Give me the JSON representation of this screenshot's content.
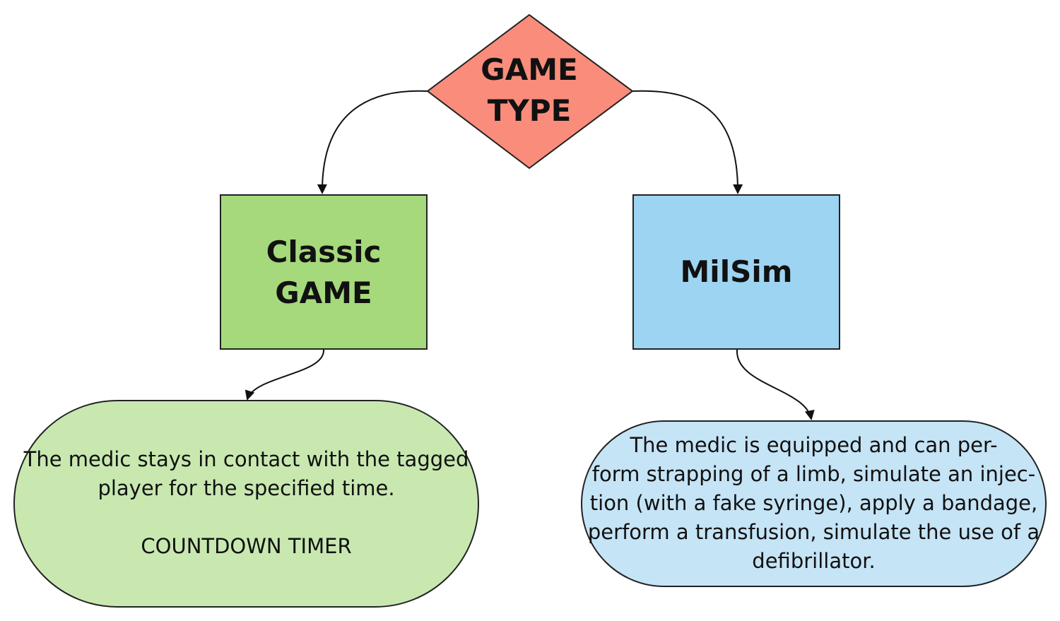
{
  "decision": {
    "lines": [
      "GAME",
      "TYPE"
    ],
    "color": "#fa8c7c"
  },
  "classic": {
    "lines": [
      "Classic",
      "GAME"
    ],
    "color": "#a5d97b"
  },
  "milsim": {
    "label": "MilSim",
    "color": "#9dd4f2"
  },
  "classic_desc": {
    "lines": [
      "The medic stays in contact with the tagged",
      "player for the specified time."
    ],
    "timer": "COUNTDOWN TIMER",
    "color": "#c8e8b0"
  },
  "milsim_desc": {
    "lines": [
      "The medic is equipped and can per-",
      "form strapping of a limb, simulate an injec-",
      "tion (with a fake syringe), apply a bandage,",
      "perform a transfusion, simulate the use of a",
      "defibrillator."
    ],
    "color": "#c5e4f6"
  }
}
